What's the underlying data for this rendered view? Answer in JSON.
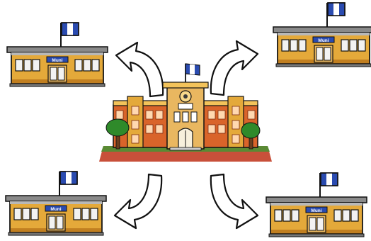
{
  "diagram": {
    "branch_label": "Muni",
    "colors": {
      "flag_blue": "#2a4bb0",
      "building_wall": "#e4a93a",
      "building_shadow": "#c17f20",
      "roof_gray": "#8a8a8a",
      "window_glass": "#f2f2f2",
      "arrow_fill": "#ffffff",
      "arrow_stroke": "#111111",
      "central_brick": "#d9642a",
      "central_trim": "#f3c35a",
      "tree_green": "#2f8a2a",
      "ground": "#c8503a"
    },
    "branches": [
      {
        "id": "top-left"
      },
      {
        "id": "top-right"
      },
      {
        "id": "bottom-left"
      },
      {
        "id": "bottom-right"
      }
    ],
    "arrows": [
      {
        "id": "to-top-left",
        "icon": "curved-arrow-icon"
      },
      {
        "id": "to-top-right",
        "icon": "curved-arrow-icon"
      },
      {
        "id": "to-bottom-left",
        "icon": "curved-arrow-icon"
      },
      {
        "id": "to-bottom-right",
        "icon": "curved-arrow-icon"
      }
    ]
  }
}
